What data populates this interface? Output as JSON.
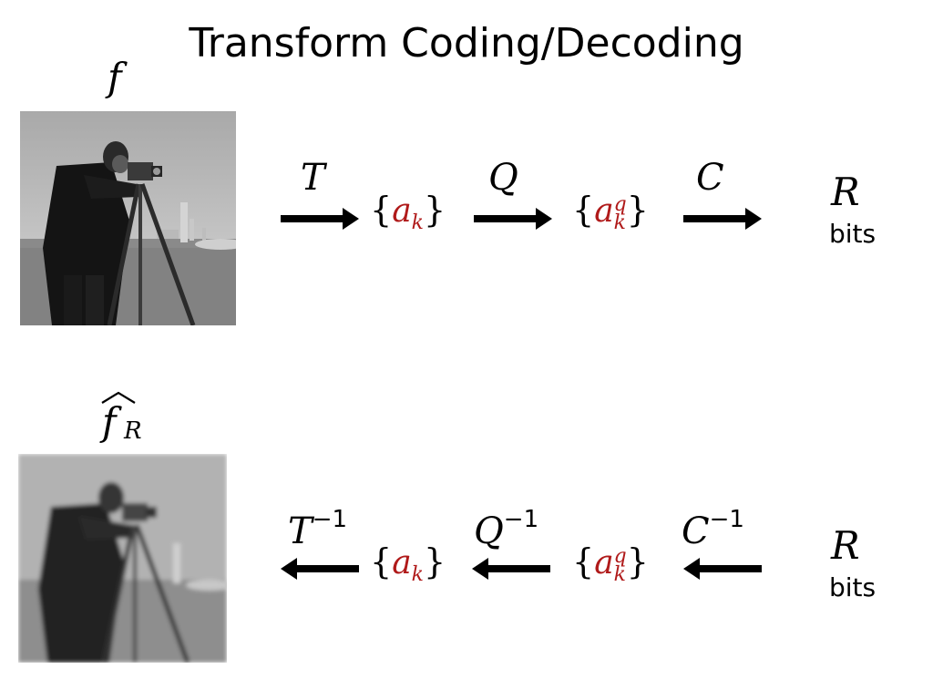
{
  "title": "Transform Coding/Decoding",
  "top_row": {
    "image_label": "f",
    "ops": [
      "T",
      "Q",
      "C"
    ],
    "coeff": {
      "base": "a",
      "sub": "k"
    },
    "quant": {
      "base": "a",
      "sub": "k",
      "sup": "q"
    },
    "output": {
      "symbol": "R",
      "unit": "bits"
    }
  },
  "bottom_row": {
    "image_label": {
      "base": "f",
      "sub": "R"
    },
    "ops": [
      {
        "base": "T",
        "exp": "−1"
      },
      {
        "base": "Q",
        "exp": "−1"
      },
      {
        "base": "C",
        "exp": "−1"
      }
    ],
    "coeff": {
      "base": "a",
      "sub": "k"
    },
    "quant": {
      "base": "a",
      "sub": "k",
      "sup": "q"
    },
    "input": {
      "symbol": "R",
      "unit": "bits"
    }
  },
  "colors": {
    "coefficient": "#b01a1a",
    "arrow": "#000000"
  }
}
